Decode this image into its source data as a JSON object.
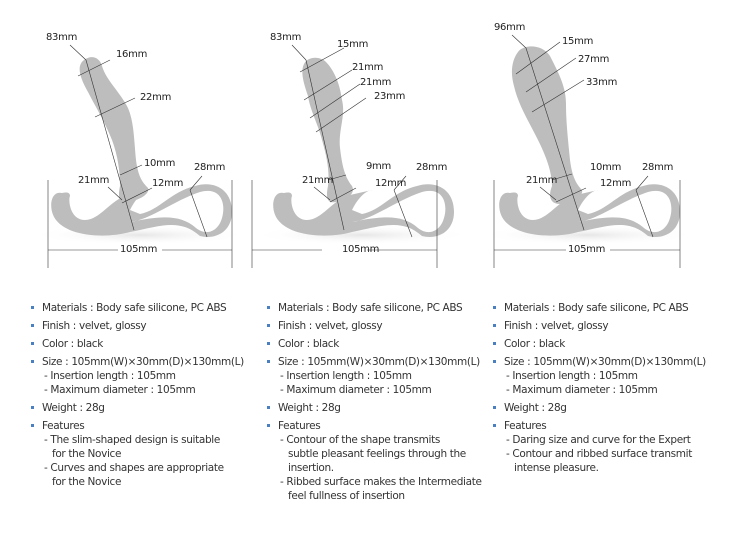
{
  "products": [
    {
      "dimensions": {
        "length": "83mm",
        "tip": "16mm",
        "d1": "22mm",
        "d2": null,
        "d3": null,
        "neck": "10mm",
        "base_neck": "12mm",
        "base": "21mm",
        "loop": "28mm",
        "width": "105mm"
      },
      "specs": {
        "materials": "Materials : Body safe silicone, PC ABS",
        "finish": "Finish : velvet, glossy",
        "color": "Color : black",
        "size": "Size : 105mm(W)×30mm(D)×130mm(L)",
        "insertion": "- Insertion length : 105mm",
        "max_diameter": "- Maximum diameter : 105mm",
        "weight": "Weight : 28g",
        "features_label": "Features",
        "features": [
          [
            "- The slim-shaped design is suitable",
            "for the Novice"
          ],
          [
            "- Curves and shapes are appropriate",
            "for the Novice"
          ]
        ]
      }
    },
    {
      "dimensions": {
        "length": "83mm",
        "tip": "15mm",
        "d1": "21mm",
        "d2": "21mm",
        "d3": "23mm",
        "neck": "9mm",
        "base_neck": "12mm",
        "base": "21mm",
        "loop": "28mm",
        "width": "105mm"
      },
      "specs": {
        "materials": "Materials : Body safe silicone, PC ABS",
        "finish": "Finish : velvet, glossy",
        "color": "Color : black",
        "size": "Size : 105mm(W)×30mm(D)×130mm(L)",
        "insertion": "- Insertion length : 105mm",
        "max_diameter": "- Maximum diameter : 105mm",
        "weight": "Weight : 28g",
        "features_label": "Features",
        "features": [
          [
            "- Contour of the shape transmits",
            "subtle pleasant feelings through the",
            "insertion."
          ],
          [
            "-  Ribbed surface makes the Intermediate",
            "feel fullness of insertion"
          ]
        ]
      }
    },
    {
      "dimensions": {
        "length": "96mm",
        "tip": "15mm",
        "d1": "27mm",
        "d2": "33mm",
        "d3": null,
        "neck": "10mm",
        "base_neck": "12mm",
        "base": "21mm",
        "loop": "28mm",
        "width": "105mm"
      },
      "specs": {
        "materials": "Materials : Body safe silicone, PC ABS",
        "finish": "Finish : velvet, glossy",
        "color": "Color : black",
        "size": "Size : 105mm(W)×30mm(D)×130mm(L)",
        "insertion": "- Insertion length : 105mm",
        "max_diameter": "- Maximum diameter : 105mm",
        "weight": "Weight : 28g",
        "features_label": "Features",
        "features": [
          [
            "- Daring size and curve for the Expert"
          ],
          [
            "- Contour and ribbed surface transmit",
            "intense pleasure."
          ]
        ]
      }
    }
  ],
  "colors": {
    "bullet": "#4a7fc0",
    "product": "#bdbdbd",
    "text": "#333333"
  }
}
